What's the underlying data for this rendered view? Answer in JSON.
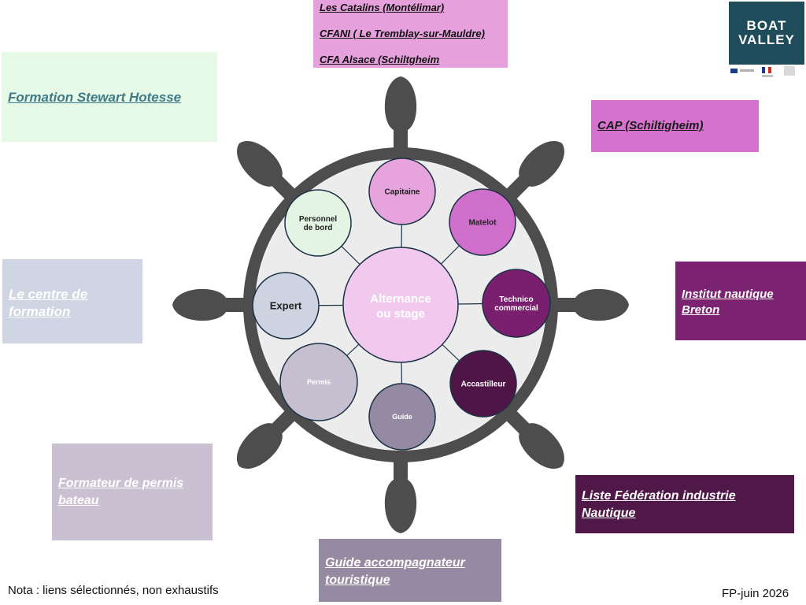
{
  "center": {
    "line1": "Alternance",
    "line2": "ou stage"
  },
  "roles": [
    {
      "id": "capitaine",
      "lines": [
        "Capitaine"
      ],
      "fill": "#e6a3dc",
      "text": "#222222"
    },
    {
      "id": "matelot",
      "lines": [
        "Matelot"
      ],
      "fill": "#d06fcb",
      "text": "#222222"
    },
    {
      "id": "technico",
      "lines": [
        "Technico",
        "commercial"
      ],
      "fill": "#7a1f6e",
      "text": "#ffffff"
    },
    {
      "id": "accastilleur",
      "lines": [
        "Accastilleur"
      ],
      "fill": "#4f1547",
      "text": "#ffffff"
    },
    {
      "id": "guide",
      "lines": [
        "Guide"
      ],
      "fill": "#958aa3",
      "text": "#ffffff"
    },
    {
      "id": "permis",
      "lines": [
        "Permis"
      ],
      "fill": "#c6bfd0",
      "text": "#ffffff"
    },
    {
      "id": "expert",
      "lines": [
        "Expert"
      ],
      "fill": "#ced3e1",
      "text": "#222222"
    },
    {
      "id": "personnel",
      "lines": [
        "Personnel",
        "de bord"
      ],
      "fill": "#e3f4e3",
      "text": "#222222"
    }
  ],
  "links": {
    "top_box": [
      "Les Catalins (Montélimar)",
      "CFANI ( Le Tremblay-sur-Mauldre)",
      "CFA Alsace (Schiltgheim"
    ],
    "stewart": "Formation Stewart Hotesse",
    "cap": "CAP (Schiltigheim)",
    "centre": [
      "Le centre de",
      "formation"
    ],
    "institut": [
      "Institut nautique",
      "Breton"
    ],
    "formateur": [
      "Formateur de permis",
      "bateau"
    ],
    "federation": [
      "Liste Fédération industrie",
      "Nautique"
    ],
    "guide_box": [
      "Guide accompagnateur",
      "touristique"
    ]
  },
  "logo": {
    "line1": "BOAT",
    "line2": "VALLEY"
  },
  "footer": {
    "note": "Nota : liens sélectionnés, non exhaustifs",
    "date": "FP-juin 2026"
  },
  "colors": {
    "wheel": "#4d4d4d",
    "inner": "#f0f0f0"
  }
}
